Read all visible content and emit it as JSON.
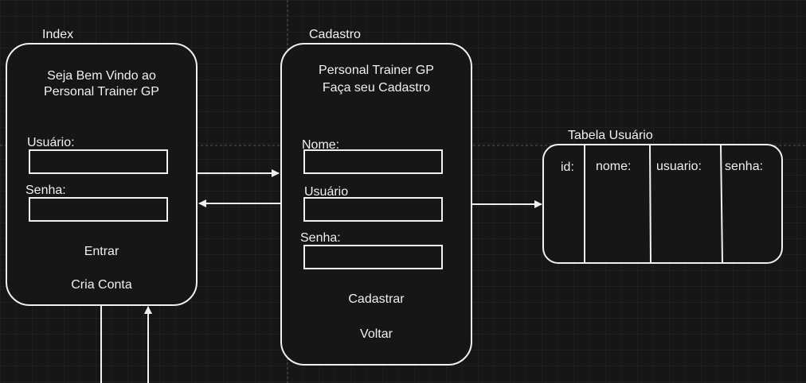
{
  "index": {
    "title": "Index",
    "welcome_line1": "Seja Bem Vindo ao",
    "welcome_line2": "Personal Trainer GP",
    "user_label": "Usuário:",
    "password_label": "Senha:",
    "enter_button": "Entrar",
    "create_account_button": "Cria Conta"
  },
  "cadastro": {
    "title": "Cadastro",
    "heading_line1": "Personal Trainer GP",
    "heading_line2": "Faça seu Cadastro",
    "name_label": "Nome:",
    "user_label": "Usuário",
    "password_label": "Senha:",
    "register_button": "Cadastrar",
    "back_button": "Voltar"
  },
  "table": {
    "title": "Tabela Usuário",
    "columns": [
      "id:",
      "nome:",
      "usuario:",
      "senha:"
    ]
  },
  "colors": {
    "background": "#161616",
    "stroke": "#f0f0f0",
    "guide": "#555555"
  }
}
